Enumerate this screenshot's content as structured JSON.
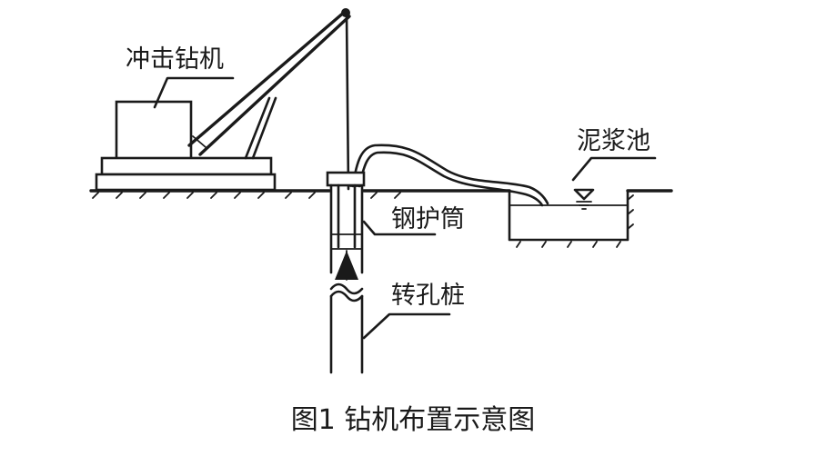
{
  "labels": {
    "drill_rig": "冲击钻机",
    "mud_pit": "泥浆池",
    "steel_casing": "钢护筒",
    "bored_pile": "转孔桩"
  },
  "caption": "图1   钻机布置示意图"
}
